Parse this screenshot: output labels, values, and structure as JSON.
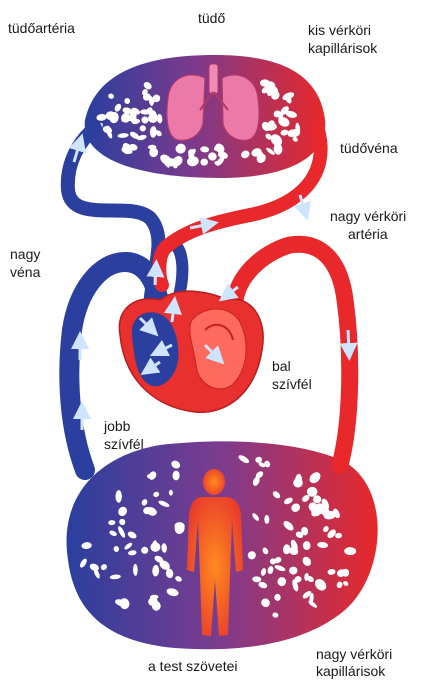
{
  "labels": {
    "tudo": "tüdő",
    "tudoarteria": "tüdőartéria",
    "kis_kapillar_1": "kis vérköri",
    "kis_kapillar_2": "kapillárisok",
    "tudovena": "tüdővéna",
    "nagy_arteria_1": "nagy vérköri",
    "nagy_arteria_2": "artéria",
    "nagy_vena_1": "nagy",
    "nagy_vena_2": "véna",
    "bal_1": "bal",
    "bal_2": "szívfél",
    "jobb_1": "jobb",
    "jobb_2": "szívfél",
    "test_szovetei": "a test szövetei",
    "nagy_kapillar_1": "nagy vérköri",
    "nagy_kapillar_2": "kapillárisok"
  },
  "colors": {
    "deoxygenated": "#2a3f9e",
    "oxygenated": "#e8282a",
    "heart": "#e8302e",
    "lung": "#ec7aa8",
    "body": "#f04a28",
    "arrow": "#cfe4ff"
  },
  "icons": [
    "lungs-icon",
    "heart-icon",
    "human-body-icon",
    "flow-arrow-icon"
  ]
}
